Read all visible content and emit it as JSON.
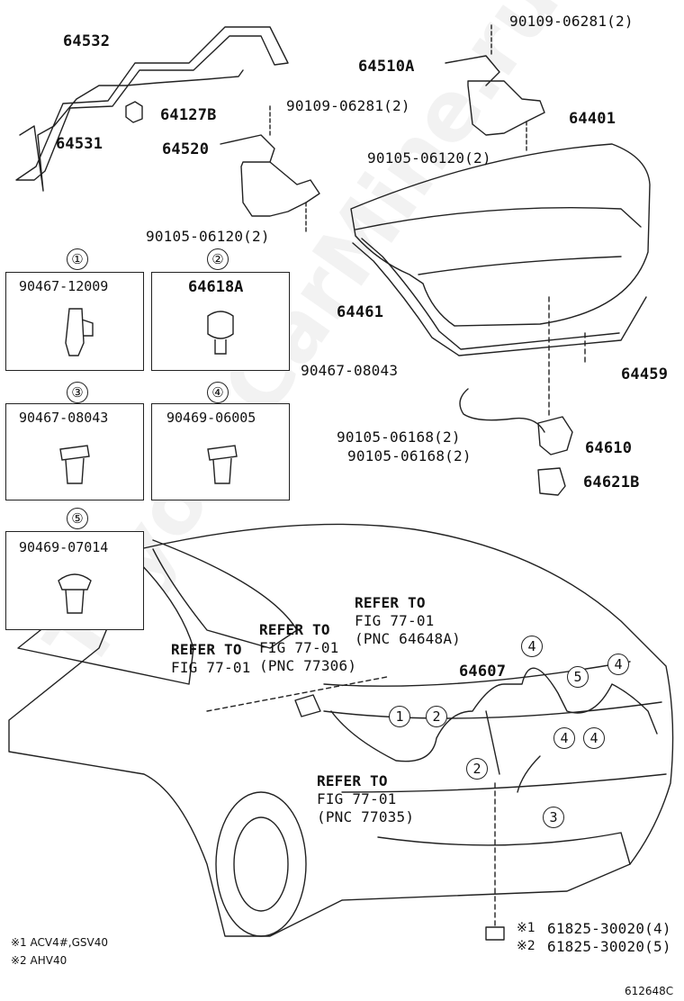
{
  "parts": {
    "p64532": "64532",
    "p64531": "64531",
    "p64127b": "64127B",
    "p64510a": "64510A",
    "p90109_top": "90109-06281(2)",
    "p90109_mid": "90109-06281(2)",
    "p64520": "64520",
    "p64401": "64401",
    "p90105_right": "90105-06120(2)",
    "p90105_left": "90105-06120(2)",
    "p64461": "64461",
    "p90467_08043": "90467-08043",
    "p64459": "64459",
    "p90105_06168_a": "90105-06168(2)",
    "p90105_06168_b": "90105-06168(2)",
    "p64610": "64610",
    "p64621b": "64621B",
    "p64607": "64607"
  },
  "detail_boxes": [
    {
      "num": "①",
      "part": "90467-12009"
    },
    {
      "num": "②",
      "part": "64618A"
    },
    {
      "num": "③",
      "part": "90467-08043"
    },
    {
      "num": "④",
      "part": "90469-06005"
    },
    {
      "num": "⑤",
      "part": "90469-07014"
    }
  ],
  "refers": {
    "r1_line1": "REFER TO",
    "r1_line2": "FIG 77-01",
    "r1_line3": "(PNC 64648A)",
    "r2_line1": "REFER TO",
    "r2_line2": "FIG 77-01",
    "r2_line3": "(PNC 77306)",
    "r3_line1": "REFER TO",
    "r3_line2": "FIG 77-01",
    "r4_line1": "REFER TO",
    "r4_line2": "FIG 77-01",
    "r4_line3": "(PNC 77035)"
  },
  "clip_markers": {
    "m1": "1",
    "m2a": "2",
    "m2b": "2",
    "m3": "3",
    "m4a": "4",
    "m4b": "4",
    "m4c": "4",
    "m4d": "4",
    "m5": "5"
  },
  "labels_bottom": {
    "part_a": "61825-30020(4)",
    "part_b": "61825-30020(5)",
    "mark_a": "※1",
    "mark_b": "※2",
    "note1": "※1 ACV4#,GSV40",
    "note2": "※2 AHV40",
    "figure_id": "612648C"
  },
  "watermark": "ToyotaCarMine.ru"
}
